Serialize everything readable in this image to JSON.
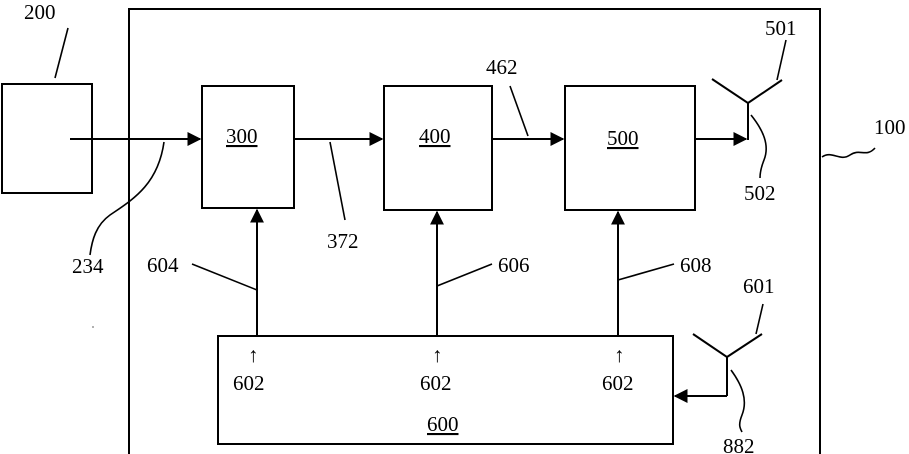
{
  "labels": {
    "block_200": "200",
    "block_300": "300",
    "block_400": "400",
    "block_500": "500",
    "block_600": "600",
    "system_100": "100",
    "link_234": "234",
    "link_372": "372",
    "link_462": "462",
    "antenna_501": "501",
    "antenna_502": "502",
    "antenna_601": "601",
    "antenna_882": "882",
    "control_604": "604",
    "control_606": "606",
    "control_608": "608",
    "port_602_a": "602",
    "port_602_b": "602",
    "port_602_c": "602",
    "port_arrow": "↑"
  }
}
